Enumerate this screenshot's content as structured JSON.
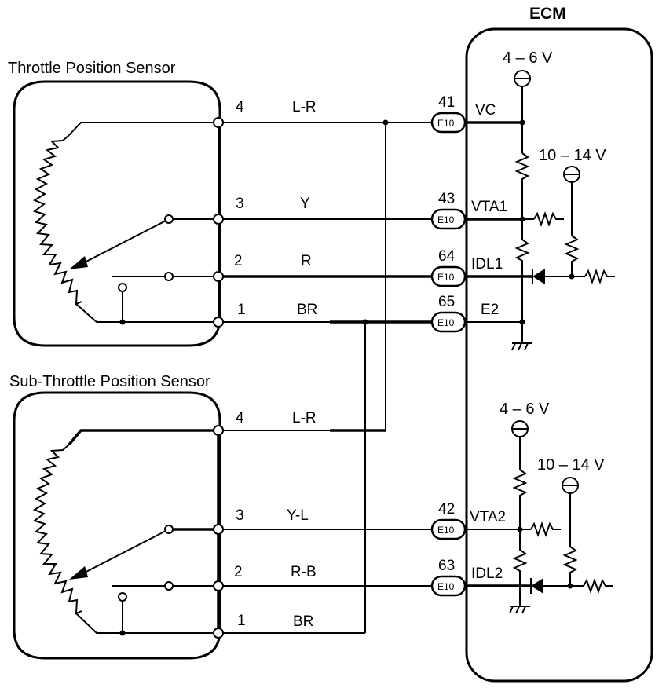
{
  "ecm": {
    "title": "ECM",
    "pins": [
      {
        "number": "41",
        "connector": "E10",
        "signal": "VC"
      },
      {
        "number": "43",
        "connector": "E10",
        "signal": "VTA1"
      },
      {
        "number": "64",
        "connector": "E10",
        "signal": "IDL1"
      },
      {
        "number": "65",
        "connector": "E10",
        "signal": "E2"
      },
      {
        "number": "42",
        "connector": "E10",
        "signal": "VTA2"
      },
      {
        "number": "63",
        "connector": "E10",
        "signal": "IDL2"
      }
    ],
    "voltages": {
      "upper_vc": "4 – 6 V",
      "upper_idl": "10 – 14 V",
      "lower_vc": "4 – 6 V",
      "lower_idl": "10 – 14 V"
    }
  },
  "sensors": [
    {
      "name": "Throttle Position Sensor",
      "terminals": [
        {
          "pin": "4",
          "wire": "L-R"
        },
        {
          "pin": "3",
          "wire": "Y"
        },
        {
          "pin": "2",
          "wire": "R"
        },
        {
          "pin": "1",
          "wire": "BR"
        }
      ]
    },
    {
      "name": "Sub-Throttle Position Sensor",
      "terminals": [
        {
          "pin": "4",
          "wire": "L-R"
        },
        {
          "pin": "3",
          "wire": "Y-L"
        },
        {
          "pin": "2",
          "wire": "R-B"
        },
        {
          "pin": "1",
          "wire": "BR"
        }
      ]
    }
  ]
}
